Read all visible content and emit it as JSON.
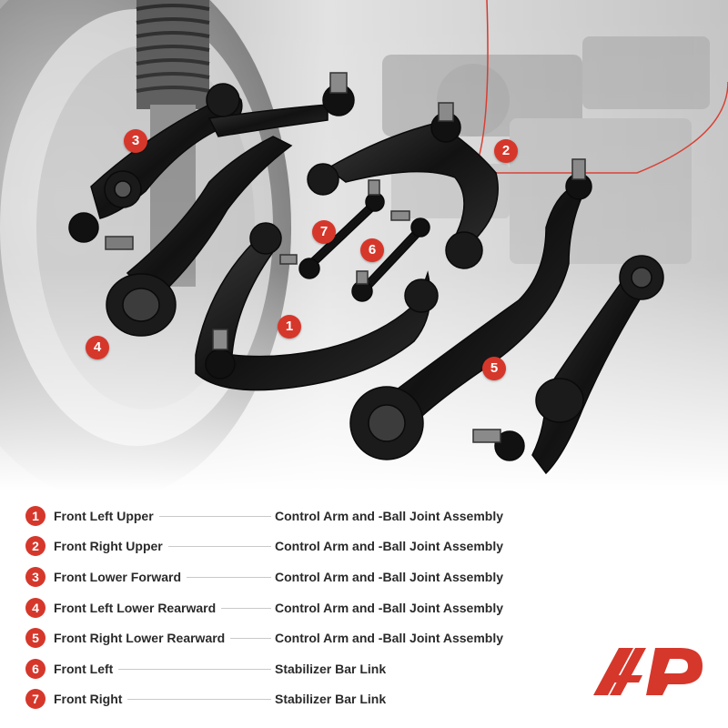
{
  "callouts": {
    "c1": "1",
    "c2": "2",
    "c3": "3",
    "c4": "4",
    "c5": "5",
    "c6": "6",
    "c7": "7"
  },
  "legend": [
    {
      "num": "1",
      "part": "Front Left Upper",
      "desc": "Control Arm and -Ball Joint Assembly"
    },
    {
      "num": "2",
      "part": "Front Right Upper",
      "desc": "Control Arm and -Ball Joint Assembly"
    },
    {
      "num": "3",
      "part": "Front Lower Forward",
      "desc": "Control Arm and -Ball Joint Assembly"
    },
    {
      "num": "4",
      "part": "Front Left Lower Rearward",
      "desc": "Control Arm and -Ball Joint Assembly"
    },
    {
      "num": "5",
      "part": "Front Right Lower Rearward",
      "desc": "Control Arm and -Ball Joint Assembly"
    },
    {
      "num": "6",
      "part": "Front Left",
      "desc": "Stabilizer Bar Link"
    },
    {
      "num": "7",
      "part": "Front Right",
      "desc": "Stabilizer Bar Link"
    }
  ],
  "colors": {
    "accent": "#d6372b",
    "part": "#1c1c1c",
    "text": "#2a2a2a"
  }
}
